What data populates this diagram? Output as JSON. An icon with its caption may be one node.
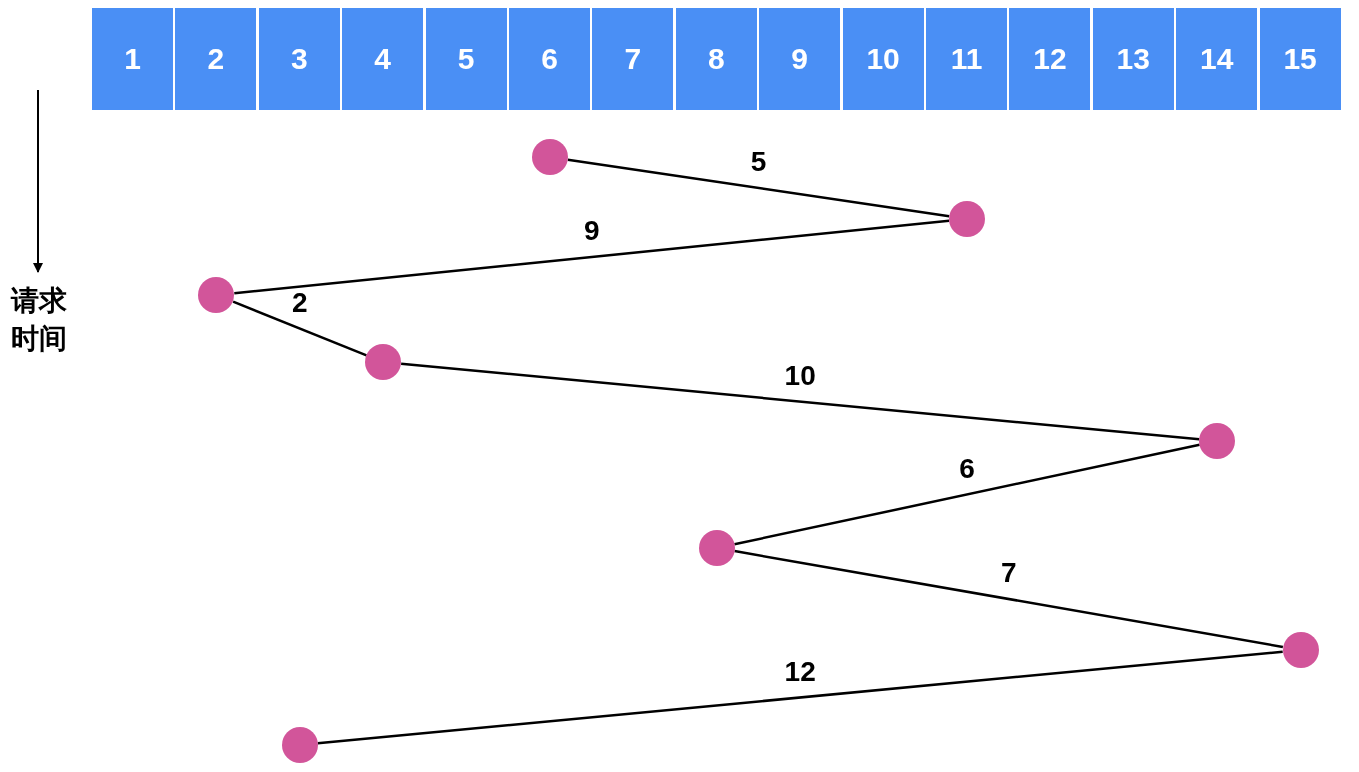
{
  "diagram": {
    "nodes": [
      {
        "text": [
          "1"
        ]
      },
      {
        "text": [
          "2"
        ]
      },
      {
        "text": [
          "3"
        ]
      },
      {
        "text": [
          "4"
        ]
      },
      {
        "text": [
          "5"
        ]
      },
      {
        "text": [
          "6"
        ]
      },
      {
        "text": [
          "7"
        ]
      },
      {
        "text": [
          "8"
        ]
      },
      {
        "text": [
          "9"
        ]
      },
      {
        "text": [
          "10"
        ]
      },
      {
        "text": [
          "11"
        ]
      },
      {
        "text": [
          "12"
        ]
      },
      {
        "text": [
          "13"
        ]
      },
      {
        "text": [
          "14"
        ]
      },
      {
        "text": [
          "15"
        ]
      },
      {
        "text": [],
        "shape": "circle"
      },
      {
        "text": [],
        "shape": "circle"
      },
      {
        "text": [],
        "shape": "circle"
      },
      {
        "text": [],
        "shape": "circle"
      },
      {
        "text": [],
        "shape": "circle"
      },
      {
        "text": [],
        "shape": "circle"
      },
      {
        "text": [],
        "shape": "circle"
      },
      {
        "text": [],
        "shape": "circle"
      }
    ],
    "edges": [
      {
        "from": 15,
        "to": 16,
        "arrow": "none",
        "label": "5"
      },
      {
        "from": 16,
        "to": 17,
        "arrow": "none",
        "label": "9"
      },
      {
        "from": 17,
        "to": 18,
        "arrow": "none",
        "label": "2"
      },
      {
        "from": 18,
        "to": 19,
        "arrow": "none",
        "label": "10"
      },
      {
        "from": 19,
        "to": 20,
        "arrow": "none",
        "label": "6"
      },
      {
        "from": 20,
        "to": 21,
        "arrow": "none",
        "label": "7"
      },
      {
        "from": 21,
        "to": 22,
        "arrow": "none",
        "label": "12"
      }
    ],
    "labels": [
      "请求时间"
    ]
  }
}
